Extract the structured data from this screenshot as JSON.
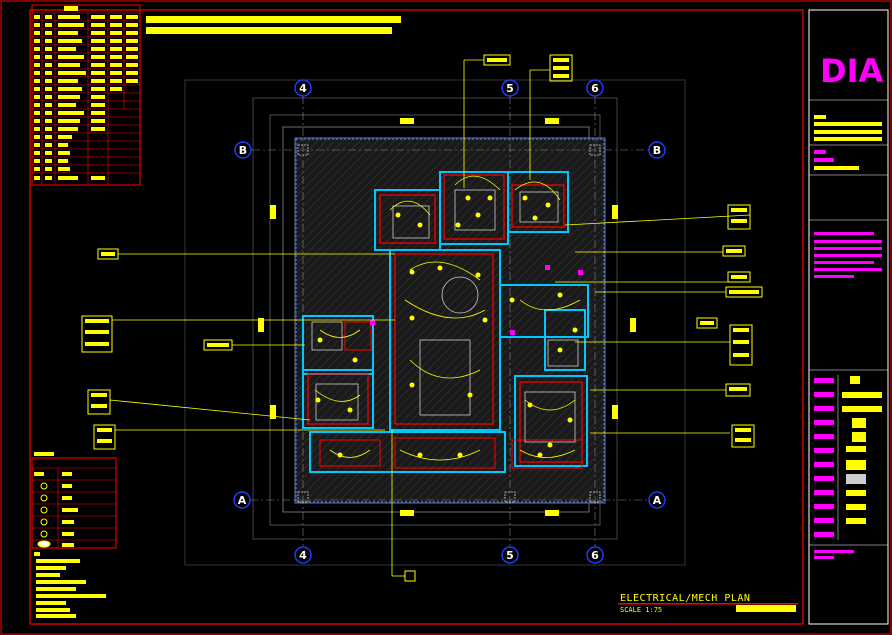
{
  "drawing": {
    "title": "ELECTRICAL/MECH PLAN",
    "scale": "SCALE 1:75"
  },
  "grid": {
    "vertical": [
      "4",
      "5",
      "6"
    ],
    "horizontal": [
      "B",
      "A"
    ]
  },
  "title_block": {
    "logo": "DIA"
  },
  "colors": {
    "frame": "#ff0000",
    "label": "#ffff00",
    "wall": "#00c8ff",
    "magenta": "#ff00ff",
    "grid_bubble": "#1e3cff",
    "white": "#ffffff"
  }
}
